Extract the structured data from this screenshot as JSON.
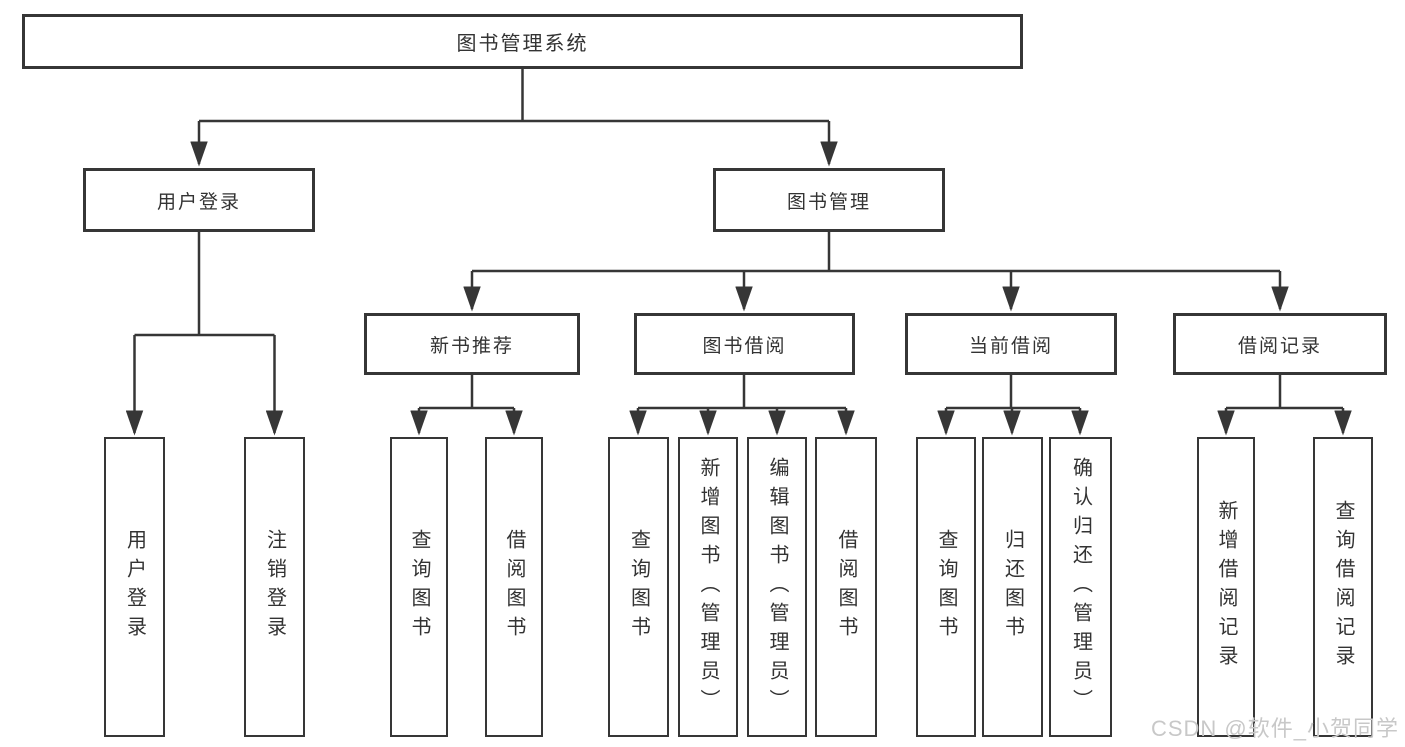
{
  "colors": {
    "line": "#363636",
    "box_border": "#363636",
    "text": "#333333",
    "watermark": "#c8c8c8",
    "background": "#ffffff"
  },
  "watermark": {
    "text": "CSDN @软件_小贺同学"
  },
  "tree": {
    "root": {
      "label": "图书管理系统",
      "children": [
        {
          "label": "用户登录",
          "children": [
            {
              "label": "用户登录"
            },
            {
              "label": "注销登录"
            }
          ]
        },
        {
          "label": "图书管理",
          "children": [
            {
              "label": "新书推荐",
              "children": [
                {
                  "label": "查询图书"
                },
                {
                  "label": "借阅图书"
                }
              ]
            },
            {
              "label": "图书借阅",
              "children": [
                {
                  "label": "查询图书"
                },
                {
                  "label": "新增图书（管理员）"
                },
                {
                  "label": "编辑图书（管理员）"
                },
                {
                  "label": "借阅图书"
                }
              ]
            },
            {
              "label": "当前借阅",
              "children": [
                {
                  "label": "查询图书"
                },
                {
                  "label": "归还图书"
                },
                {
                  "label": "确认归还（管理员）"
                }
              ]
            },
            {
              "label": "借阅记录",
              "children": [
                {
                  "label": "新增借阅记录"
                },
                {
                  "label": "查询借阅记录"
                }
              ]
            }
          ]
        }
      ]
    }
  }
}
